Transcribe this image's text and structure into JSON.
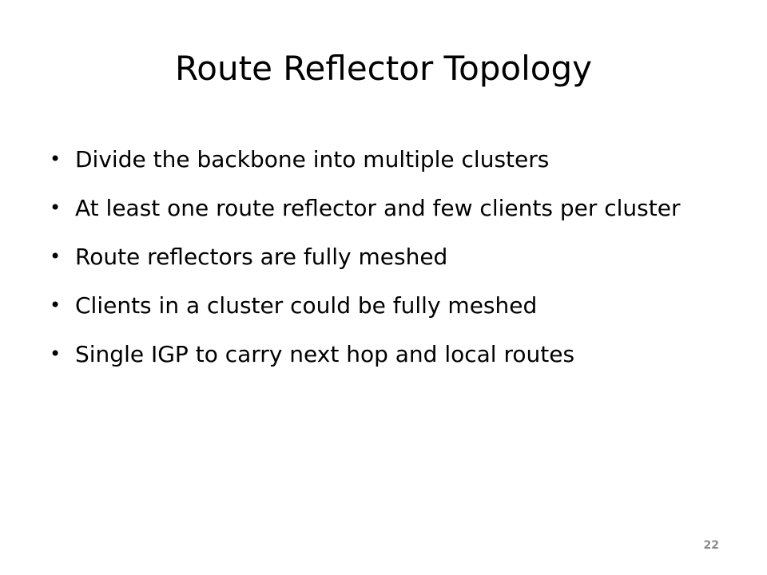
{
  "slide": {
    "title": "Route Reflector Topology",
    "bullets": [
      {
        "text": "Divide the backbone into multiple clusters"
      },
      {
        "text": "At least one route reflector and few clients per cluster"
      },
      {
        "text": "Route reflectors are fully meshed"
      },
      {
        "text": "Clients in a cluster could be fully meshed"
      },
      {
        "text": "Single IGP to carry next hop and local routes"
      }
    ],
    "page_number": "22"
  }
}
